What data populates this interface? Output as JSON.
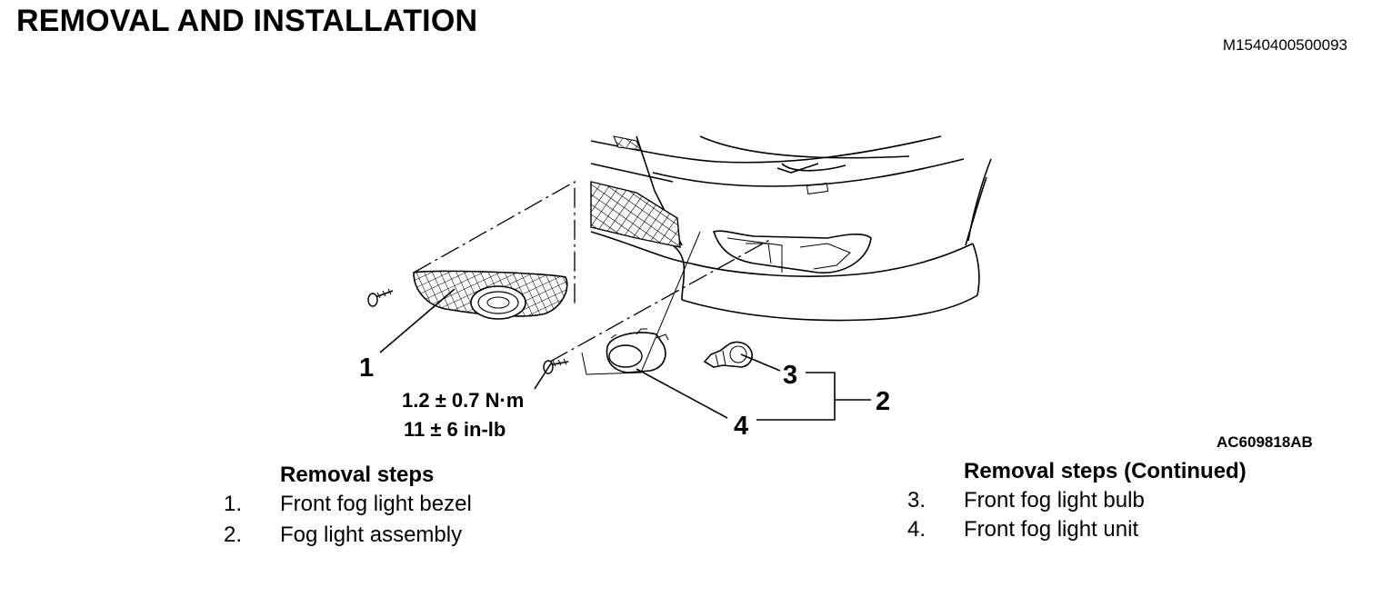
{
  "header": {
    "title": "REMOVAL AND INSTALLATION",
    "doc_code": "M1540400500093"
  },
  "figure": {
    "figure_code": "AC609818AB",
    "callouts": [
      "1",
      "2",
      "3",
      "4"
    ],
    "torque": {
      "metric": "1.2 ± 0.7 N·m",
      "imperial": "11 ± 6 in-lb"
    }
  },
  "removal_steps": {
    "heading": "Removal steps",
    "steps": [
      {
        "num": "1.",
        "label": "Front fog light bezel"
      },
      {
        "num": "2.",
        "label": "Fog light assembly"
      }
    ]
  },
  "removal_steps_continued": {
    "heading": "Removal steps (Continued)",
    "steps": [
      {
        "num": "3.",
        "label": "Front fog light bulb"
      },
      {
        "num": "4.",
        "label": "Front fog light unit"
      }
    ]
  }
}
